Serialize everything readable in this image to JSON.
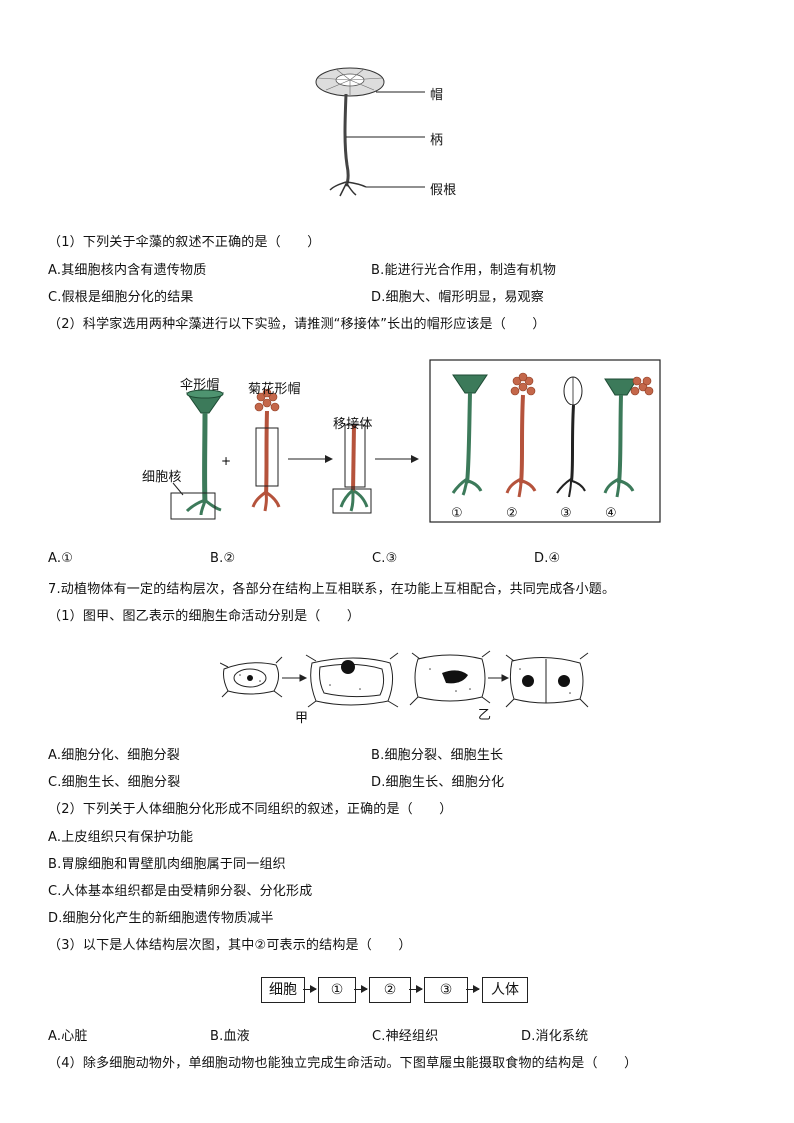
{
  "fig1": {
    "labels": [
      "帽",
      "柄",
      "假根"
    ]
  },
  "q6_1": {
    "stem": "（1）下列关于伞藻的叙述不正确的是（　　）",
    "options": [
      "A.其细胞核内含有遗传物质",
      "B.能进行光合作用，制造有机物",
      "C.假根是细胞分化的结果",
      "D.细胞大、帽形明显，易观察"
    ]
  },
  "q6_2": {
    "stem": "（2）科学家选用两种伞藻进行以下实验，请推测“移接体”长出的帽形应该是（　　）",
    "fig_labels": {
      "umbrella": "伞形帽",
      "chrysanthemum": "菊花形帽",
      "graft": "移接体",
      "nucleus": "细胞核",
      "plus": "+"
    },
    "choices": [
      "①",
      "②",
      "③",
      "④"
    ],
    "options": [
      "A.①",
      "B.②",
      "C.③",
      "D.④"
    ]
  },
  "q7": {
    "stem": "7.动植物体有一定的结构层次，各部分在结构上互相联系，在功能上互相配合，共同完成各小题。",
    "p1": {
      "stem": "（1）图甲、图乙表示的细胞生命活动分别是（　　）",
      "fig_labels": [
        "甲",
        "乙"
      ],
      "options": [
        "A.细胞分化、细胞分裂",
        "B.细胞分裂、细胞生长",
        "C.细胞生长、细胞分裂",
        "D.细胞生长、细胞分化"
      ]
    },
    "p2": {
      "stem": "（2）下列关于人体细胞分化形成不同组织的叙述，正确的是（　　）",
      "options": [
        "A.上皮组织只有保护功能",
        "B.胃腺细胞和胃壁肌肉细胞属于同一组织",
        "C.人体基本组织都是由受精卵分裂、分化形成",
        "D.细胞分化产生的新细胞遗传物质减半"
      ]
    },
    "p3": {
      "stem": "（3）以下是人体结构层次图，其中②可表示的结构是（　　）",
      "flow": [
        "细胞",
        "①",
        "②",
        "③",
        "人体"
      ],
      "options": [
        "A.心脏",
        "B.血液",
        "C.神经组织",
        "D.消化系统"
      ]
    },
    "p4": {
      "stem": "（4）除多细胞动物外，单细胞动物也能独立完成生命活动。下图草履虫能摄取食物的结构是（　　）"
    }
  },
  "colors": {
    "green": "#3c7a5a",
    "red": "#b5533c",
    "line": "#222222"
  }
}
